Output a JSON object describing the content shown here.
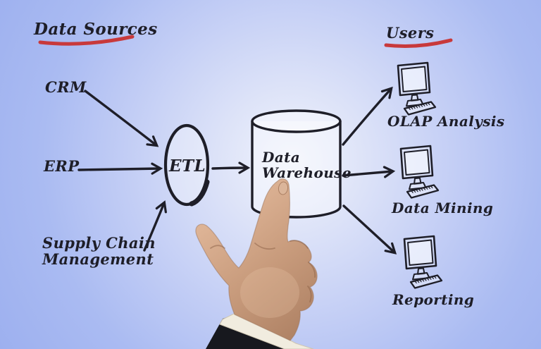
{
  "diagram": {
    "sources_title": "Data Sources",
    "users_title": "Users",
    "sources": [
      {
        "label": "CRM"
      },
      {
        "label": "ERP"
      },
      {
        "label": "Supply Chain Management"
      }
    ],
    "etl": {
      "label": "ETL"
    },
    "warehouse": {
      "label": "Data Warehouse"
    },
    "destinations": [
      {
        "label": "OLAP Analysis"
      },
      {
        "label": "Data Mining"
      },
      {
        "label": "Reporting"
      }
    ],
    "icons": {
      "workstation": "monitor-with-keyboard-icon",
      "warehouse": "database-cylinder-icon",
      "etl": "process-ellipse-icon",
      "pointer": "pointing-hand"
    },
    "colors": {
      "background_center": "#f1f4fc",
      "background_edge": "#9db0ef",
      "ink": "#1e1e28",
      "underline_red": "#c8393b",
      "skin": "#c89b7c",
      "sleeve": "#17181e",
      "cuff": "#f1ecdf"
    }
  }
}
